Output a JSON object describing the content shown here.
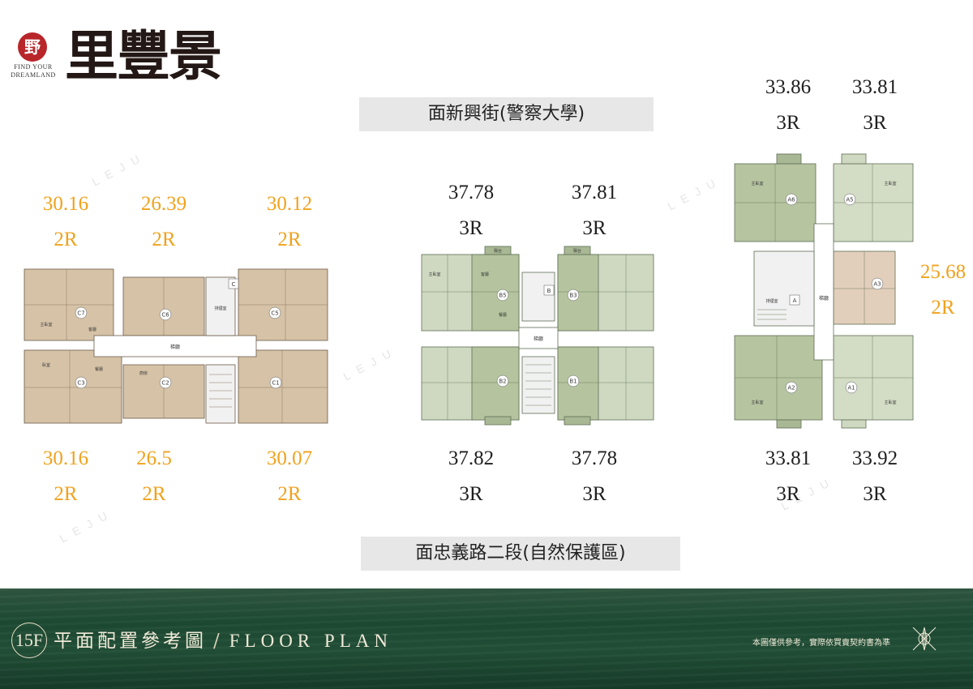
{
  "brand": {
    "seal": "野",
    "tagline_line1": "FIND YOUR",
    "tagline_line2": "DREAMLAND",
    "name": "里豐景"
  },
  "streets": {
    "top": "面新興街(警察大學)",
    "bottom": "面忠義路二段(自然保護區)"
  },
  "watermark": "LEJU",
  "units": {
    "c7": {
      "size": "30.16",
      "rooms": "2R"
    },
    "c6": {
      "size": "26.39",
      "rooms": "2R"
    },
    "c5": {
      "size": "30.12",
      "rooms": "2R"
    },
    "c3": {
      "size": "30.16",
      "rooms": "2R"
    },
    "c2": {
      "size": "26.5",
      "rooms": "2R"
    },
    "c1": {
      "size": "30.07",
      "rooms": "2R"
    },
    "b5": {
      "size": "37.78",
      "rooms": "3R"
    },
    "b3": {
      "size": "37.81",
      "rooms": "3R"
    },
    "b2": {
      "size": "37.82",
      "rooms": "3R"
    },
    "b1": {
      "size": "37.78",
      "rooms": "3R"
    },
    "a6": {
      "size": "33.86",
      "rooms": "3R"
    },
    "a5": {
      "size": "33.81",
      "rooms": "3R"
    },
    "a3": {
      "size": "25.68",
      "rooms": "2R"
    },
    "a2": {
      "size": "33.81",
      "rooms": "3R"
    },
    "a1": {
      "size": "33.92",
      "rooms": "3R"
    }
  },
  "plan_labels": {
    "c7": "C7",
    "c6": "C6",
    "c5": "C5",
    "c3": "C3",
    "c2": "C2",
    "c1": "C1",
    "c_stair": "C",
    "b5": "B5",
    "b3": "B3",
    "b2": "B2",
    "b1": "B1",
    "b_stair": "B",
    "a6": "A6",
    "a5": "A5",
    "a3": "A3",
    "a2": "A2",
    "a1": "A1",
    "a_stair": "A",
    "corridor": "梯廳",
    "balcony": "陽台",
    "master": "主臥室",
    "bedroom": "臥室",
    "living": "客廳",
    "dining": "餐廳",
    "kitchen": "廚房",
    "escape": "排煙室"
  },
  "footer": {
    "floor": "15F",
    "title_cn": "平面配置參考圖",
    "slash": "/",
    "title_en": "FLOOR PLAN",
    "disclaimer": "本圖僅供參考，實際依買賣契約書為準"
  },
  "colors": {
    "c_units": "#d6c3a7",
    "b_units_light": "#cfd9c1",
    "b_units_dark": "#b5c49e",
    "a_units_light": "#d3dcc5",
    "a_units_dark": "#b6c4a0",
    "a3_unit": "#e2cfbb",
    "gold_label": "#f0a21d",
    "footer_green": "#1d4a33"
  }
}
